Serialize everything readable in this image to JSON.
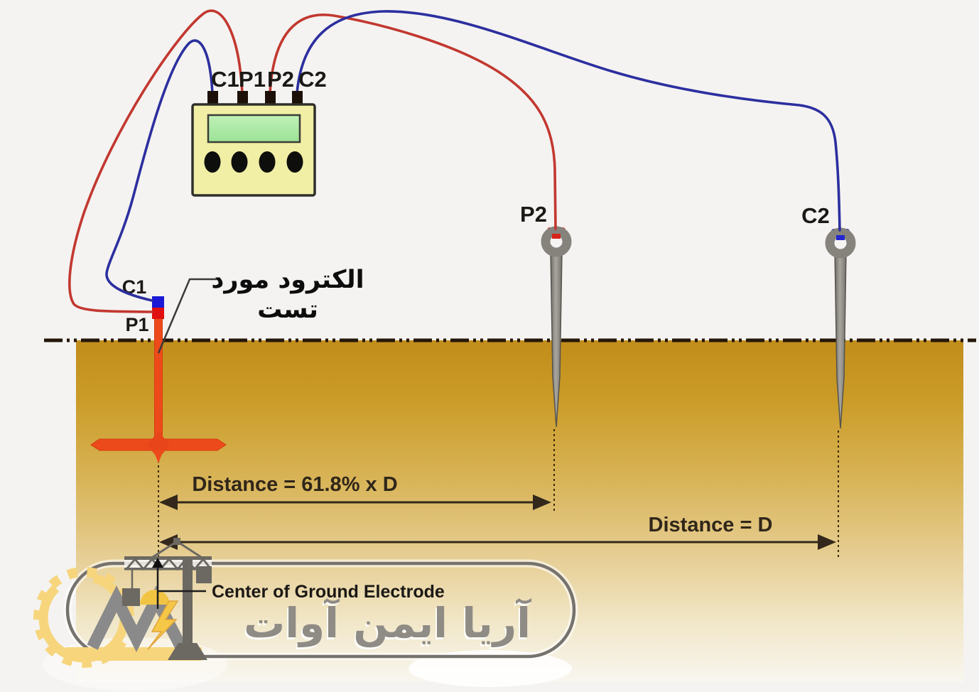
{
  "meter": {
    "terminals": [
      "C1",
      "P1",
      "P2",
      "C2"
    ]
  },
  "test_electrode": {
    "top_label": "C1",
    "bottom_label": "P1",
    "annotation_line1": "الکترود مورد",
    "annotation_line2": "تست"
  },
  "probe_p2": {
    "label": "P2"
  },
  "probe_c2": {
    "label": "C2"
  },
  "dimensions": {
    "d618_label": "Distance = 61.8% x D",
    "d_label": "Distance = D",
    "center_label": "Center of Ground Electrode"
  },
  "watermark": {
    "text": "آریا ایمن آوات"
  },
  "colors": {
    "wire_red": "#c23830",
    "wire_blue": "#2c2f9f",
    "electrode_orange": "#ed4a1b",
    "soil_top": "#c48f1c",
    "meter_body": "#f1efa5",
    "lcd_green": "#a9e8a2",
    "clip_red": "#d6251b",
    "clip_blue": "#2427cf",
    "watermark_yellow": "#f6d57c",
    "watermark_gray": "#8a8a8a"
  }
}
